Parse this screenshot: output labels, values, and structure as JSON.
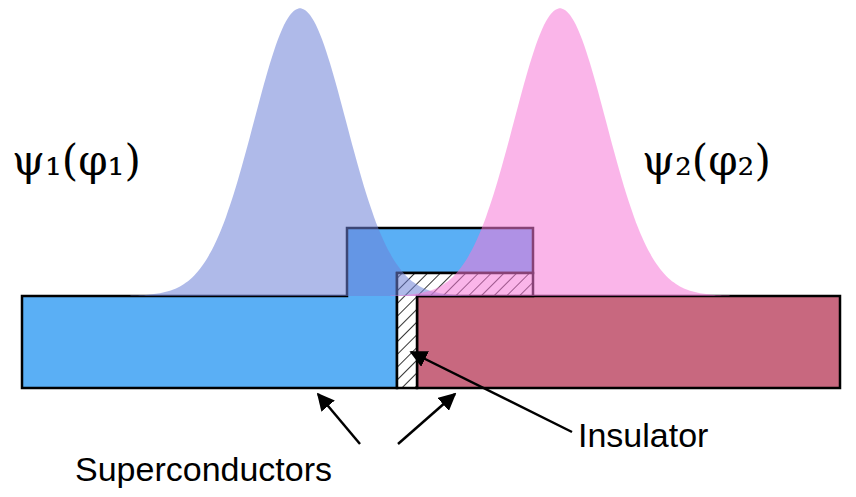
{
  "diagram": {
    "labels": [
      "ψ₁(φ₁)",
      "ψ₂(φ₂)",
      "Insulator",
      "Superconductors"
    ]
  }
}
